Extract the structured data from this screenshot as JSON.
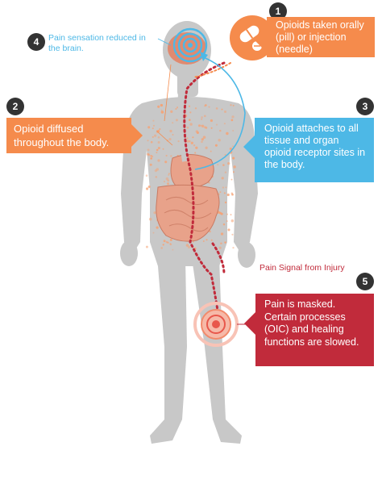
{
  "colors": {
    "orange": "#f58b4c",
    "orange_light": "#f6a274",
    "blue": "#4db8e6",
    "red": "#c12b3b",
    "badge": "#333333",
    "body_gray": "#c8c8c8",
    "organ": "#e8a28a"
  },
  "steps": [
    {
      "number": "1",
      "text": "Opioids taken orally (pill) or injection (needle)",
      "color": "orange"
    },
    {
      "number": "2",
      "text": "Opioid diffused throughout the body.",
      "color": "orange"
    },
    {
      "number": "3",
      "text": "Opioid attaches to all tissue and organ opioid receptor sites in the body.",
      "color": "blue"
    },
    {
      "number": "4",
      "text": "Pain sensation reduced in the brain.",
      "color": "blue"
    },
    {
      "number": "5",
      "text": "Pain is masked. Certain processes (OIC) and healing functions are slowed.",
      "color": "red"
    }
  ],
  "pain_signal_label": "Pain Signal from Injury",
  "icons": {
    "pill": "pill-capsule-icon",
    "brain_signal": "brain-signal-icon",
    "injury_signal": "injury-signal-icon"
  }
}
